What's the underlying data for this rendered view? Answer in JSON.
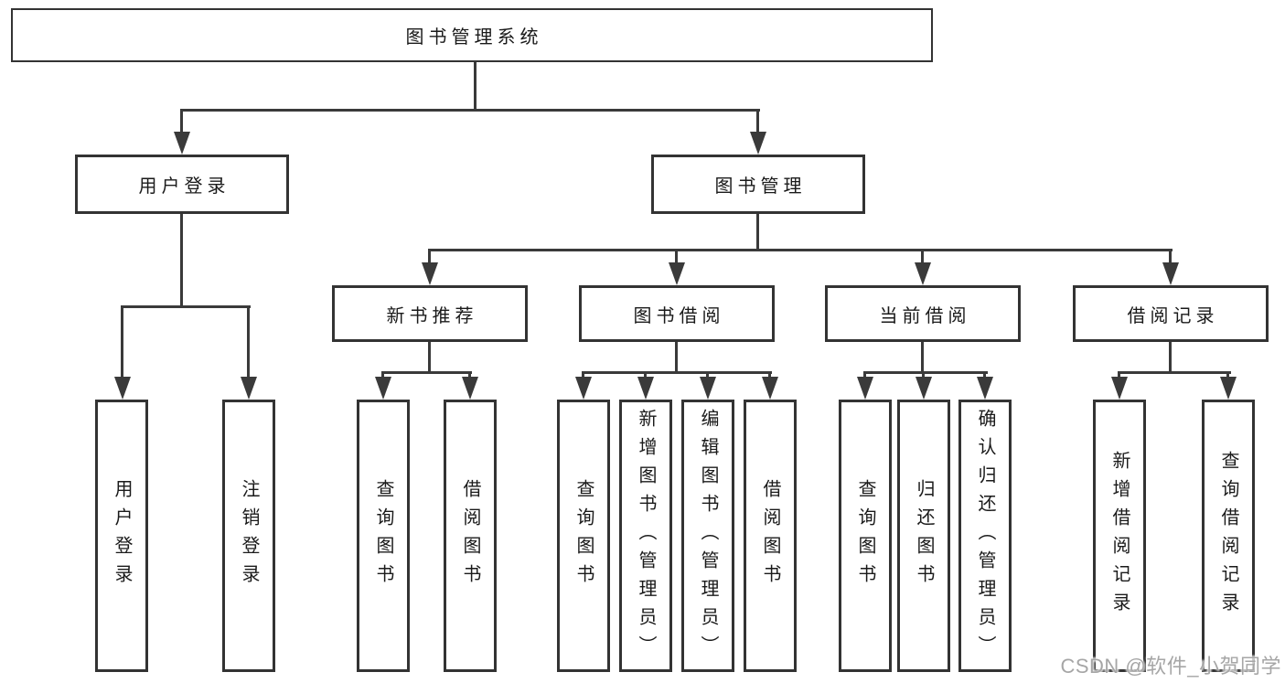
{
  "diagram": {
    "tree": {
      "label": "图书管理系统",
      "children": [
        {
          "label": "用户登录",
          "children": [
            {
              "label": "用户登录"
            },
            {
              "label": "注销登录"
            }
          ]
        },
        {
          "label": "图书管理",
          "children": [
            {
              "label": "新书推荐",
              "children": [
                {
                  "label": "查询图书"
                },
                {
                  "label": "借阅图书"
                }
              ]
            },
            {
              "label": "图书借阅",
              "children": [
                {
                  "label": "查询图书"
                },
                {
                  "label": "新增图书（管理员）"
                },
                {
                  "label": "编辑图书（管理员）"
                },
                {
                  "label": "借阅图书"
                }
              ]
            },
            {
              "label": "当前借阅",
              "children": [
                {
                  "label": "查询图书"
                },
                {
                  "label": "归还图书"
                },
                {
                  "label": "确认归还（管理员）"
                }
              ]
            },
            {
              "label": "借阅记录",
              "children": [
                {
                  "label": "新增借阅记录"
                },
                {
                  "label": "查询借阅记录"
                }
              ]
            }
          ]
        }
      ]
    },
    "colors": {
      "line": "#3a3a3a",
      "border": "#333333",
      "text": "#1a1a1a",
      "background": "#ffffff",
      "watermark": "#a6a6a6"
    }
  },
  "watermark": {
    "text": "CSDN @软件_小贺同学"
  }
}
